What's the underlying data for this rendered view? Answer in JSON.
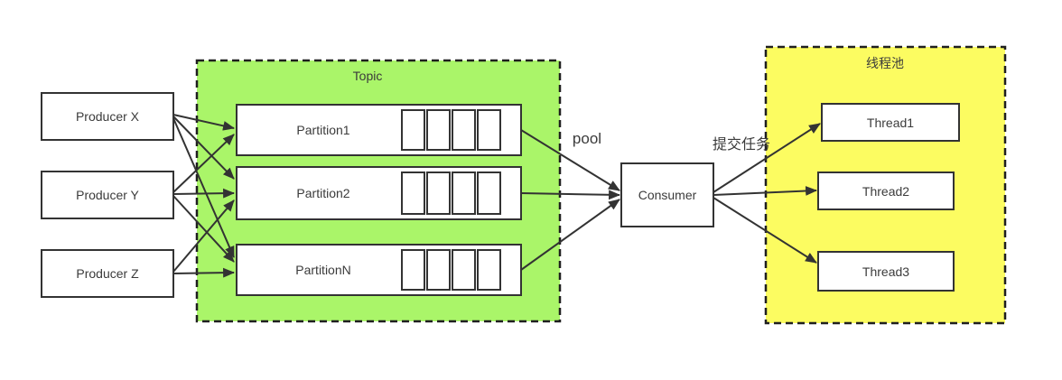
{
  "diagram": {
    "producers": [
      {
        "label": "Producer X"
      },
      {
        "label": "Producer Y"
      },
      {
        "label": "Producer Z"
      }
    ],
    "topic": {
      "label": "Topic",
      "partitions": [
        {
          "label": "Partition1",
          "queue_cells": 4
        },
        {
          "label": "Partition2",
          "queue_cells": 4
        },
        {
          "label": "PartitionN",
          "queue_cells": 4
        }
      ]
    },
    "consumer": {
      "label": "Consumer"
    },
    "thread_pool": {
      "label": "线程池",
      "threads": [
        {
          "label": "Thread1"
        },
        {
          "label": "Thread2"
        },
        {
          "label": "Thread3"
        }
      ]
    },
    "edge_labels": {
      "pool": "pool",
      "submit_task": "提交任务"
    },
    "colors": {
      "topic_bg": "#aaf569",
      "thread_pool_bg": "#fcfc61",
      "red_label": "#fb4545",
      "stroke": "#333333",
      "text": "#3b3b3b"
    }
  }
}
